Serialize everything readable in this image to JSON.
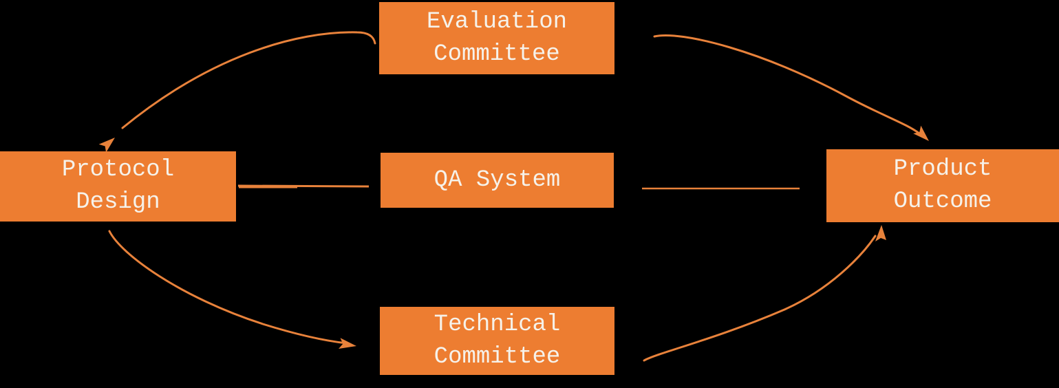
{
  "diagram": {
    "title": "Committee and QA process flow diagram",
    "colors": {
      "background": "#000000",
      "node_fill": "#ED7D31",
      "node_text": "#F6F2EA",
      "arrow": "#E8823B"
    },
    "nodes": [
      {
        "id": "evaluation-committee",
        "label": "Evaluation Committee",
        "lines": [
          "Evaluation",
          "Committee"
        ]
      },
      {
        "id": "protocol-design",
        "label": "Protocol Design",
        "lines": [
          "Protocol",
          "Design"
        ]
      },
      {
        "id": "qa-system",
        "label": "QA System",
        "lines": [
          "QA System"
        ]
      },
      {
        "id": "product-outcome",
        "label": "Product Outcome",
        "lines": [
          "Product",
          "Outcome"
        ]
      },
      {
        "id": "technical-committee",
        "label": "Technical Committee",
        "lines": [
          "Technical",
          "Committee"
        ]
      }
    ],
    "edges": [
      {
        "from": "Evaluation Committee",
        "to": "Protocol Design",
        "style": "curved",
        "arrowhead": true
      },
      {
        "from": "Evaluation Committee",
        "to": "Product Outcome",
        "style": "curved",
        "arrowhead": true
      },
      {
        "from": "Protocol Design",
        "to": "QA System",
        "style": "straight-line",
        "arrowhead": false
      },
      {
        "from": "QA System",
        "to": "Product Outcome",
        "style": "straight-line",
        "arrowhead": false
      },
      {
        "from": "Protocol Design",
        "to": "Technical Committee",
        "style": "curved",
        "arrowhead": true
      },
      {
        "from": "Technical Committee",
        "to": "Product Outcome",
        "style": "curved",
        "arrowhead": true
      }
    ]
  }
}
